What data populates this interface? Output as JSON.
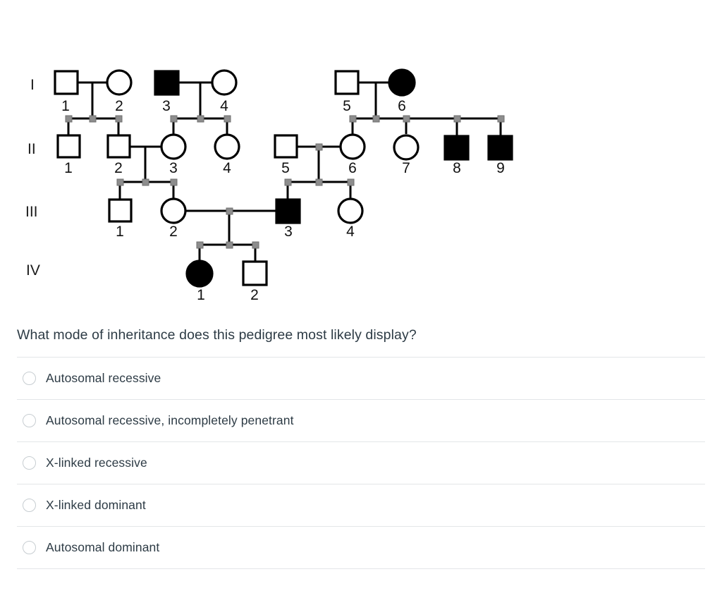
{
  "pedigree": {
    "generation_labels": [
      "I",
      "II",
      "III",
      "IV"
    ],
    "generations": {
      "I": [
        {
          "id": "1",
          "shape": "square",
          "affected": false
        },
        {
          "id": "2",
          "shape": "circle",
          "affected": false
        },
        {
          "id": "3",
          "shape": "square",
          "affected": true
        },
        {
          "id": "4",
          "shape": "circle",
          "affected": false
        },
        {
          "id": "5",
          "shape": "square",
          "affected": false
        },
        {
          "id": "6",
          "shape": "circle",
          "affected": true
        }
      ],
      "II": [
        {
          "id": "1",
          "shape": "square",
          "affected": false
        },
        {
          "id": "2",
          "shape": "square",
          "affected": false
        },
        {
          "id": "3",
          "shape": "circle",
          "affected": false
        },
        {
          "id": "4",
          "shape": "circle",
          "affected": false
        },
        {
          "id": "5",
          "shape": "square",
          "affected": false
        },
        {
          "id": "6",
          "shape": "circle",
          "affected": false
        },
        {
          "id": "7",
          "shape": "circle",
          "affected": false
        },
        {
          "id": "8",
          "shape": "square",
          "affected": true
        },
        {
          "id": "9",
          "shape": "square",
          "affected": true
        }
      ],
      "III": [
        {
          "id": "1",
          "shape": "square",
          "affected": false
        },
        {
          "id": "2",
          "shape": "circle",
          "affected": false
        },
        {
          "id": "3",
          "shape": "square",
          "affected": true
        },
        {
          "id": "4",
          "shape": "circle",
          "affected": false
        }
      ],
      "IV": [
        {
          "id": "1",
          "shape": "circle",
          "affected": true
        },
        {
          "id": "2",
          "shape": "square",
          "affected": false
        }
      ]
    },
    "matings": [
      {
        "partners": [
          "I-1",
          "I-2"
        ],
        "children": [
          "II-1",
          "II-2"
        ]
      },
      {
        "partners": [
          "I-3",
          "I-4"
        ],
        "children": [
          "II-3",
          "II-4"
        ]
      },
      {
        "partners": [
          "I-5",
          "I-6"
        ],
        "children": [
          "II-6",
          "II-7",
          "II-8",
          "II-9"
        ]
      },
      {
        "partners": [
          "II-2",
          "II-3"
        ],
        "children": [
          "III-1",
          "III-2"
        ]
      },
      {
        "partners": [
          "II-5",
          "II-6"
        ],
        "children": [
          "III-3",
          "III-4"
        ]
      },
      {
        "partners": [
          "III-2",
          "III-3"
        ],
        "children": [
          "IV-1",
          "IV-2"
        ]
      }
    ],
    "colors": {
      "affected_fill": "#000000",
      "unaffected_fill": "#ffffff",
      "stroke": "#000000",
      "handle": "#8d8d8d"
    }
  },
  "question": {
    "text": "What mode of inheritance does this pedigree most likely display?"
  },
  "answers": [
    {
      "label": "Autosomal recessive",
      "selected": false
    },
    {
      "label": "Autosomal recessive, incompletely penetrant",
      "selected": false
    },
    {
      "label": "X-linked recessive",
      "selected": false
    },
    {
      "label": "X-linked dominant",
      "selected": false
    },
    {
      "label": "Autosomal dominant",
      "selected": false
    }
  ]
}
